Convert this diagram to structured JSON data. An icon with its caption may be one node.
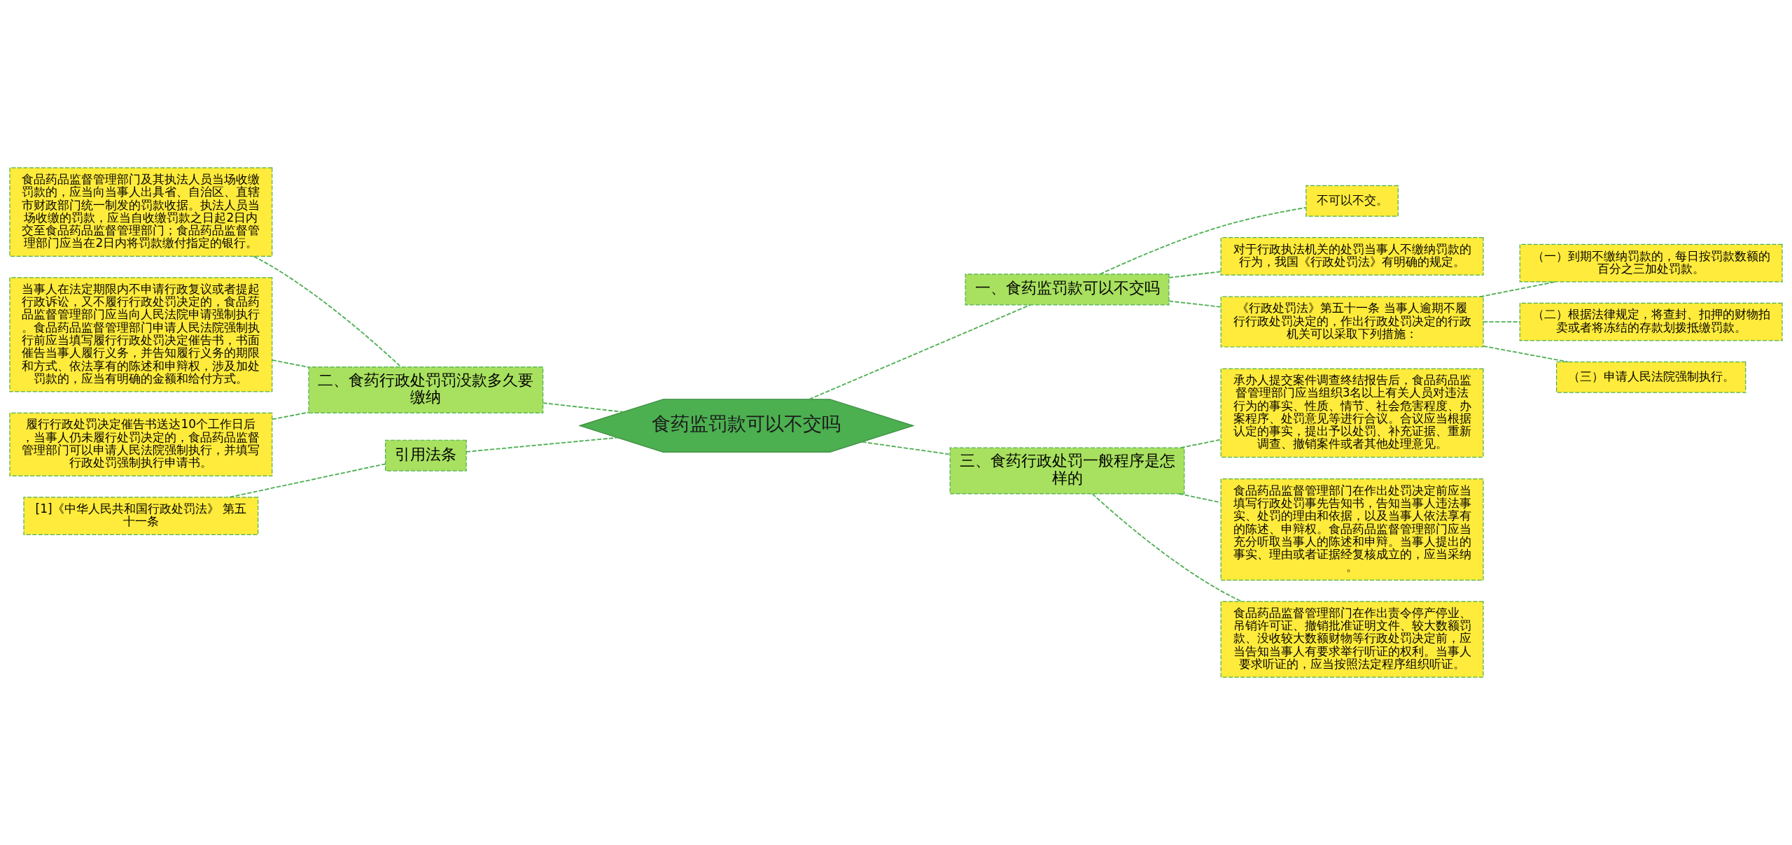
{
  "diagram": {
    "nodes": [
      {
        "text": [
          "食药监罚款可以不交吗"
        ]
      },
      {
        "text": [
          "二、食药行政处罚罚没款多久要缴纳"
        ]
      },
      {
        "text": [
          "食品药品监督管理部门及其执法人员当场收缴罚款的，应当向当事人出具省、自治区、直辖市财政部门统一制发的罚款收据。执法人员当场收缴的罚款，应当自收缴罚款之日起2日内交至食品药品监督管理部门；食品药品监督管理部门应当在2日内将罚款缴付指定的银行。"
        ]
      },
      {
        "text": [
          "当事人在法定期限内不申请行政复议或者提起行政诉讼，又不履行行政处罚决定的，食品药品监督管理部门应当向人民法院申请强制执行。食品药品监督管理部门申请人民法院强制执行前应当填写履行行政处罚决定催告书，书面催告当事人履行义务，并告知履行义务的期限和方式、依法享有的陈述和申辩权，涉及加处罚款的，应当有明确的金额和给付方式。"
        ]
      },
      {
        "text": [
          "履行行政处罚决定催告书送达10个工作日后，当事人仍未履行处罚决定的，食品药品监督管理部门可以申请人民法院强制执行，并填写行政处罚强制执行申请书。"
        ]
      },
      {
        "text": [
          "引用法条"
        ]
      },
      {
        "text": [
          "[1]《中华人民共和国行政处罚法》 第五十一条"
        ]
      },
      {
        "text": [
          "一、食药监罚款可以不交吗"
        ]
      },
      {
        "text": [
          "不可以不交。"
        ]
      },
      {
        "text": [
          "对于行政执法机关的处罚当事人不缴纳罚款的行为，我国《行政处罚法》有明确的规定。"
        ]
      },
      {
        "text": [
          "《行政处罚法》第五十一条 当事人逾期不履行行政处罚决定的，作出行政处罚决定的行政机关可以采取下列措施："
        ]
      },
      {
        "text": [
          "（一）到期不缴纳罚款的，每日按罚款数额的百分之三加处罚款。"
        ]
      },
      {
        "text": [
          "（二）根据法律规定，将查封、扣押的财物拍卖或者将冻结的存款划拨抵缴罚款。"
        ]
      },
      {
        "text": [
          "（三）申请人民法院强制执行。"
        ]
      },
      {
        "text": [
          "三、食药行政处罚一般程序是怎样的"
        ]
      },
      {
        "text": [
          "承办人提交案件调查终结报告后，食品药品监督管理部门应当组织3名以上有关人员对违法行为的事实、性质、情节、社会危害程度、办案程序、处罚意见等进行合议。合议应当根据认定的事实，提出予以处罚、补充证据、重新调查、撤销案件或者其他处理意见。"
        ]
      },
      {
        "text": [
          "食品药品监督管理部门在作出处罚决定前应当填写行政处罚事先告知书，告知当事人违法事实、处罚的理由和依据，以及当事人依法享有的陈述、申辩权。食品药品监督管理部门应当充分听取当事人的陈述和申辩。当事人提出的事实、理由或者证据经复核成立的，应当采纳。"
        ]
      },
      {
        "text": [
          "食品药品监督管理部门在作出责令停产停业、吊销许可证、撤销批准证明文件、较大数额罚款、没收较大数额财物等行政处罚决定前，应当告知当事人有要求举行听证的权利。当事人要求听证的，应当按照法定程序组织听证。"
        ]
      }
    ],
    "edges": [
      {
        "from": 0,
        "to": 1,
        "arrow": "none"
      },
      {
        "from": 1,
        "to": 2,
        "arrow": "none"
      },
      {
        "from": 1,
        "to": 3,
        "arrow": "none"
      },
      {
        "from": 1,
        "to": 4,
        "arrow": "none"
      },
      {
        "from": 0,
        "to": 5,
        "arrow": "none"
      },
      {
        "from": 5,
        "to": 6,
        "arrow": "none"
      },
      {
        "from": 0,
        "to": 7,
        "arrow": "none"
      },
      {
        "from": 7,
        "to": 8,
        "arrow": "none"
      },
      {
        "from": 7,
        "to": 9,
        "arrow": "none"
      },
      {
        "from": 7,
        "to": 10,
        "arrow": "none"
      },
      {
        "from": 10,
        "to": 11,
        "arrow": "none"
      },
      {
        "from": 10,
        "to": 12,
        "arrow": "none"
      },
      {
        "from": 10,
        "to": 13,
        "arrow": "none"
      },
      {
        "from": 0,
        "to": 14,
        "arrow": "none"
      },
      {
        "from": 14,
        "to": 15,
        "arrow": "none"
      },
      {
        "from": 14,
        "to": 16,
        "arrow": "none"
      },
      {
        "from": 14,
        "to": 17,
        "arrow": "none"
      }
    ]
  }
}
